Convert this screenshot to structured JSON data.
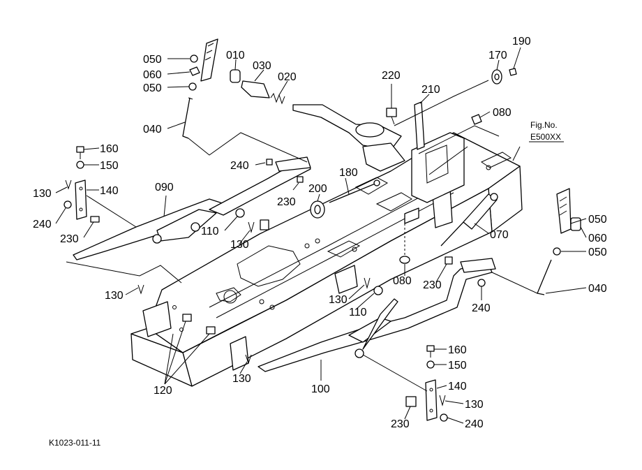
{
  "figure": {
    "fig_label": "Fig.No.",
    "fig_number": "E500XX",
    "drawing_code": "K1023-011-11"
  },
  "callouts": {
    "c050_left_top": "050",
    "c060_left": "060",
    "c050_left_bottom": "050",
    "c040_left": "040",
    "c010": "010",
    "c030": "030",
    "c020": "020",
    "c220": "220",
    "c210": "210",
    "c170": "170",
    "c190": "190",
    "c080_top": "080",
    "c160_left": "160",
    "c150_left": "150",
    "c130_left": "130",
    "c140_left": "140",
    "c240_left": "240",
    "c230_left": "230",
    "c090": "090",
    "c240_mid": "240",
    "c230_mid": "230",
    "c180": "180",
    "c200": "200",
    "c110_left": "110",
    "c130_mid": "130",
    "c070": "070",
    "c050_right_top": "050",
    "c060_right": "060",
    "c050_right_bottom": "050",
    "c080_bottom": "080",
    "c230_right": "230",
    "c040_right": "040",
    "c240_right": "240",
    "c130_front_left": "130",
    "c130_front_mid": "130",
    "c110_right": "110",
    "c120": "120",
    "c130_bottom": "130",
    "c100": "100",
    "c160_right": "160",
    "c150_right": "150",
    "c140_right": "140",
    "c130_right": "130",
    "c230_bottom": "230",
    "c240_bottom": "240"
  }
}
